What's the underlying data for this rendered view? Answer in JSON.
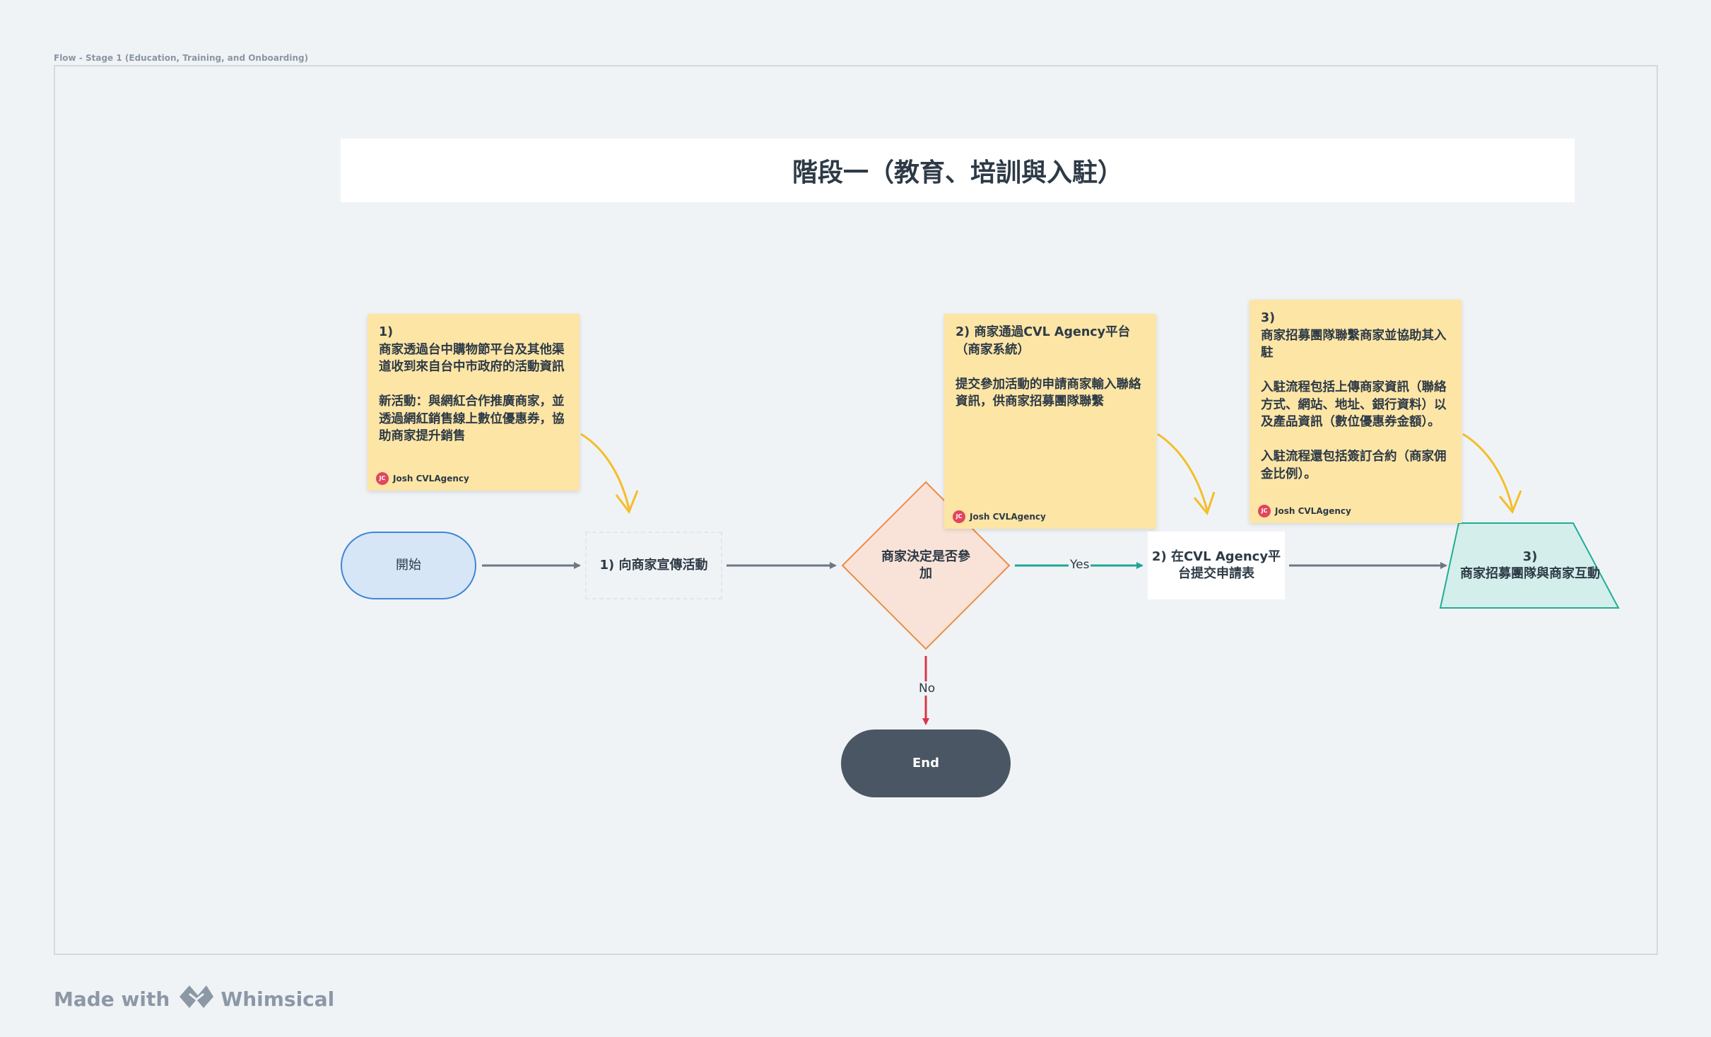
{
  "frame": {
    "label": "Flow - Stage 1 (Education, Training, and Onboarding)"
  },
  "title": "階段一（教育、培訓與入駐）",
  "stickies": [
    {
      "body": "1)\n商家透過台中購物節平台及其他渠道收到來自台中市政府的活動資訊\n\n新活動：與網紅合作推廣商家，並透過網紅銷售線上數位優惠券，協助商家提升銷售",
      "author": "Josh CVLAgency"
    },
    {
      "body": "2) 商家通過CVL Agency平台（商家系統）\n\n提交參加活動的申請商家輸入聯絡資訊，供商家招募團隊聯繫",
      "author": "Josh CVLAgency"
    },
    {
      "body": "3)\n商家招募團隊聯繫商家並協助其入駐\n\n入駐流程包括上傳商家資訊（聯絡方式、網站、地址、銀行資料）以及產品資訊（數位優惠券金額）。\n\n入駐流程還包括簽訂合約（商家佣金比例）。",
      "author": "Josh CVLAgency"
    }
  ],
  "nodes": {
    "start": "開始",
    "promote": "1) 向商家宣傳活動",
    "decision": "商家決定是否參加",
    "submit": "2) 在CVL Agency平台提交申請表",
    "recruit": "3)\n商家招募團隊與商家互動",
    "end": "End"
  },
  "edges": {
    "yes": "Yes",
    "no": "No"
  },
  "colors": {
    "arrow": "#6b7785",
    "yes": "#1fa696",
    "no": "#d8384a",
    "sticky_arrow": "#f5bd27",
    "decision_fill": "#f9e3d8",
    "decision_border": "#ef8b45",
    "recruit_fill": "#d3eeeb",
    "recruit_border": "#20ad96"
  },
  "brand": {
    "prefix": "Made with",
    "name": "Whimsical"
  }
}
